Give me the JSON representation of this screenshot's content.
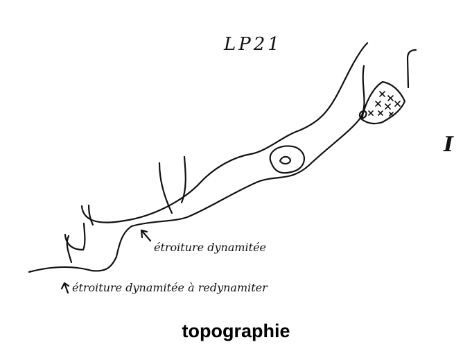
{
  "cave_label": "LP21",
  "side_mark": "I",
  "annotation_upper": "étroiture dynamitée",
  "annotation_lower": "étroiture dynamitée à redynamiter",
  "caption": "topographie",
  "colors": {
    "ink": "#111111",
    "background": "#ffffff"
  }
}
